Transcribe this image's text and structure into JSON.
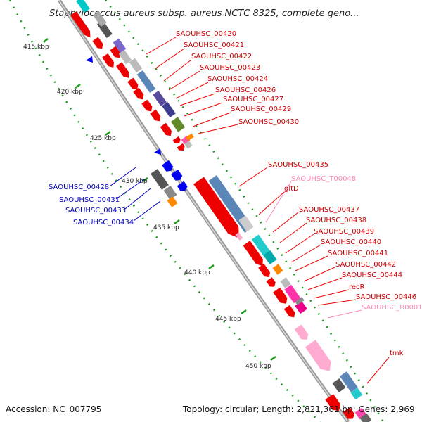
{
  "title": "Staphylococcus aureus subsp. aureus NCTC 8325, complete geno...",
  "footer": {
    "accession_label": "Accession:",
    "accession": "NC_007795",
    "topology_text": "Topology: circular; Length: 2,821,361 bp; Genes: 2,969"
  },
  "colors": {
    "forward_gene_label": "#cc0000",
    "reverse_gene_label": "#0000bb",
    "rna_label": "#ff88bb",
    "backbone": "#9a9a9a",
    "kbp_dots": "#1a9a1a"
  },
  "kbp_ticks": [
    "415 kbp",
    "420 kbp",
    "425 kbp",
    "430 kbp",
    "435 kbp",
    "440 kbp",
    "445 kbp",
    "450 kbp"
  ],
  "forward_labels": [
    "SAOUHSC_00420",
    "SAOUHSC_00421",
    "SAOUHSC_00422",
    "SAOUHSC_00423",
    "SAOUHSC_00424",
    "SAOUHSC_00426",
    "SAOUHSC_00427",
    "SAOUHSC_00429",
    "SAOUHSC_00430",
    "SAOUHSC_00435",
    "gltD",
    "SAOUHSC_T00048",
    "SAOUHSC_00437",
    "SAOUHSC_00438",
    "SAOUHSC_00439",
    "SAOUHSC_00440",
    "SAOUHSC_00441",
    "SAOUHSC_00442",
    "SAOUHSC_00444",
    "recR",
    "SAOUHSC_00446",
    "SAOUHSC_R0001",
    "tmk"
  ],
  "reverse_labels": [
    "SAOUHSC_00428",
    "SAOUHSC_00431",
    "SAOUHSC_00433",
    "SAOUHSC_00434"
  ]
}
